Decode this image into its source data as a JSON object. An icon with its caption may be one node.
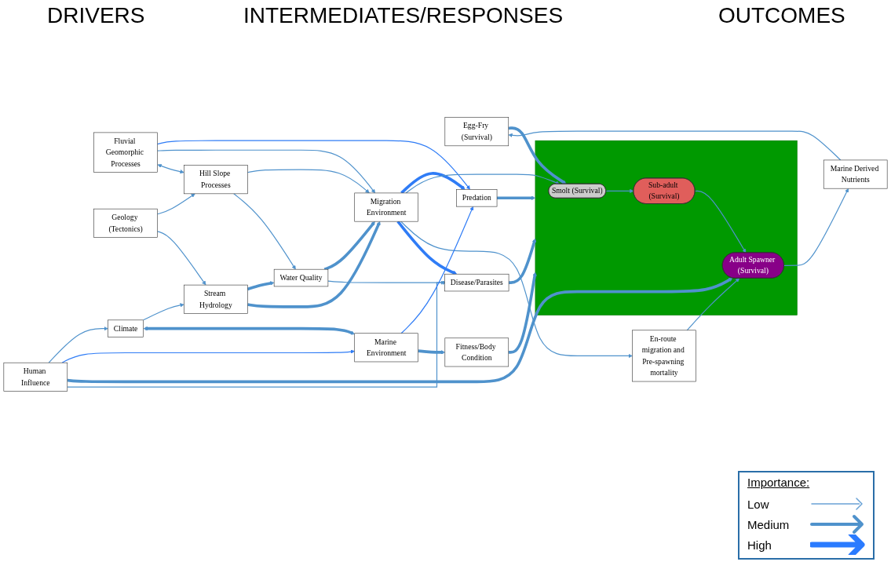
{
  "diagram": {
    "nodes": [
      {
        "text": [
          "Egg-Fry (Survival)"
        ]
      },
      {
        "text": [
          "Fluvial Geomorphic Processes"
        ]
      },
      {
        "text": [
          "Hill Slope Processes"
        ]
      },
      {
        "text": [
          "Geology (Tectonics)"
        ]
      },
      {
        "text": [
          "Climate"
        ]
      },
      {
        "text": [
          "Human Influence"
        ]
      },
      {
        "text": [
          "Water Quality"
        ]
      },
      {
        "text": [
          "Stream Hydrology"
        ]
      },
      {
        "text": [
          "Migration Environment"
        ]
      },
      {
        "text": [
          "Marine Environment"
        ]
      },
      {
        "text": [
          "Predation"
        ]
      },
      {
        "text": [
          "En-route migration and Pre-spawning mortality"
        ]
      },
      {
        "text": [
          "Disease/Parasites"
        ]
      },
      {
        "text": [
          "Fitness/Body Condition"
        ]
      },
      {
        "text": [],
        "shape": "box"
      },
      {
        "text": [
          "Smolt (Survival)"
        ],
        "in": 14
      },
      {
        "text": [
          "Sub-adult (Survival)"
        ],
        "in": 14
      },
      {
        "text": [
          "Adult Spawner (Survival)"
        ],
        "in": 14
      },
      {
        "text": [
          "Marine Derived Nutrients"
        ]
      }
    ],
    "edges": [
      {
        "from": 18,
        "to": 0,
        "arrow": "to"
      },
      {
        "from": 0,
        "to": 15,
        "arrow": "to",
        "style": "thick"
      },
      {
        "from": 1,
        "to": 10,
        "arrow": "to",
        "color": "#2f7cf6"
      },
      {
        "from": 1,
        "to": 8,
        "arrow": "to"
      },
      {
        "from": 1,
        "to": 2,
        "arrow": "both"
      },
      {
        "from": 2,
        "to": 8,
        "arrow": "to"
      },
      {
        "from": 2,
        "to": 6,
        "arrow": "to"
      },
      {
        "from": 3,
        "to": 2,
        "arrow": "to"
      },
      {
        "from": 3,
        "to": 7,
        "arrow": "to"
      },
      {
        "from": 4,
        "to": 7,
        "arrow": "to"
      },
      {
        "from": 5,
        "to": 4,
        "arrow": "to"
      },
      {
        "from": 4,
        "to": 9,
        "arrow": "both",
        "style": "thick"
      },
      {
        "from": 5,
        "to": 9,
        "arrow": "to",
        "color": "#2f7cf6"
      },
      {
        "from": 5,
        "to": 17,
        "arrow": "to",
        "style": "thick"
      },
      {
        "from": 5,
        "to": 12,
        "arrow": "to"
      },
      {
        "from": 7,
        "to": 6,
        "arrow": "to",
        "style": "thick"
      },
      {
        "from": 7,
        "to": 8,
        "arrow": "to",
        "style": "thick"
      },
      {
        "from": 6,
        "to": 8,
        "arrow": "to",
        "style": "thick"
      },
      {
        "from": 6,
        "to": 12,
        "arrow": "to"
      },
      {
        "from": 8,
        "to": 10,
        "arrow": "to",
        "style": "thick",
        "color": "#2f7cf6"
      },
      {
        "from": 8,
        "to": 15,
        "arrow": "to"
      },
      {
        "from": 8,
        "to": 11,
        "arrow": "to"
      },
      {
        "from": 8,
        "to": 12,
        "arrow": "to",
        "style": "thick",
        "color": "#2f7cf6"
      },
      {
        "from": 9,
        "to": 10,
        "arrow": "to",
        "color": "#2f7cf6"
      },
      {
        "from": 9,
        "to": 13,
        "arrow": "to",
        "style": "thick"
      },
      {
        "from": 10,
        "to": 14,
        "arrow": "to",
        "style": "thick"
      },
      {
        "from": 12,
        "to": 14,
        "arrow": "to",
        "style": "thick"
      },
      {
        "from": 13,
        "to": 14,
        "arrow": "to",
        "style": "thick"
      },
      {
        "from": 11,
        "to": 17,
        "arrow": "to"
      },
      {
        "from": 15,
        "to": 16,
        "arrow": "to"
      },
      {
        "from": 16,
        "to": 17,
        "arrow": "to"
      },
      {
        "from": 17,
        "to": 18,
        "arrow": "to"
      }
    ],
    "labels": [
      "DRIVERS",
      "INTERMEDIATES/RESPONSES",
      "OUTCOMES",
      "Importance:"
    ],
    "legend": [
      {
        "text": "Low"
      },
      {
        "text": "Medium"
      },
      {
        "text": "High"
      }
    ]
  }
}
